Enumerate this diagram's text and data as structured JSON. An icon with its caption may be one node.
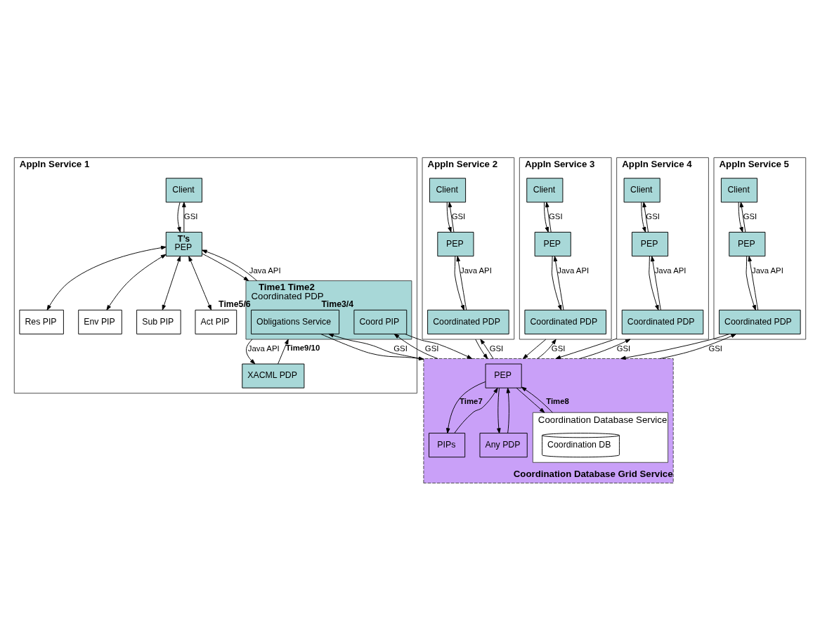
{
  "diagram": {
    "nodes": [
      {
        "text": [
          "Appln Service 1"
        ]
      },
      {
        "text": [
          "Client"
        ],
        "in": 0
      },
      {
        "text": [
          "T’s",
          "PEP"
        ],
        "in": 0
      },
      {
        "text": [
          "Sub PIP"
        ],
        "in": 0
      },
      {
        "text": [
          "Act PIP"
        ],
        "in": 0
      },
      {
        "text": [
          "Res PIP"
        ],
        "in": 0
      },
      {
        "text": [
          "Env PIP"
        ],
        "in": 0
      },
      {
        "text": [
          "Time1 Time2",
          "Coordinated PDP"
        ],
        "in": 0
      },
      {
        "text": [
          "Coord PIP"
        ],
        "in": 7,
        "beside": [
          "Time3/4"
        ]
      },
      {
        "text": [
          "Obligations Service"
        ],
        "in": 7,
        "beside": [
          "Time5/6"
        ]
      },
      {
        "text": [
          "XACML PDP"
        ],
        "in": 0
      },
      {
        "text": [
          "Appln Service 2"
        ]
      },
      {
        "text": [
          "Client"
        ],
        "in": 11
      },
      {
        "text": [
          "PEP"
        ],
        "in": 11
      },
      {
        "text": [
          "Coordinated PDP"
        ],
        "in": 11
      },
      {
        "text": [
          "Appln Service 3"
        ]
      },
      {
        "text": [
          "Client"
        ],
        "in": 15
      },
      {
        "text": [
          "PEP"
        ],
        "in": 15
      },
      {
        "text": [
          "Coordinated PDP"
        ],
        "in": 15
      },
      {
        "text": [
          "Appln Service 4"
        ]
      },
      {
        "text": [
          "Client"
        ],
        "in": 19
      },
      {
        "text": [
          "PEP"
        ],
        "in": 19
      },
      {
        "text": [
          "Coordinated PDP"
        ],
        "in": 19
      },
      {
        "text": [
          "Appln Service 5"
        ]
      },
      {
        "text": [
          "Client"
        ],
        "in": 23
      },
      {
        "text": [
          "PEP"
        ],
        "in": 23
      },
      {
        "text": [
          "Coordinated PDP"
        ],
        "in": 23
      },
      {
        "text": [
          "Coordination Database Grid Service"
        ]
      },
      {
        "text": [
          "PEP"
        ],
        "in": 27
      },
      {
        "text": [
          "PIPs"
        ],
        "in": 27
      },
      {
        "text": [
          "Any PDP"
        ],
        "in": 27
      },
      {
        "text": [
          "Coordination Database Service"
        ],
        "in": 27
      },
      {
        "text": [
          "Coordination DB"
        ],
        "in": 31
      }
    ],
    "edges": [
      {
        "from": 1,
        "to": 2,
        "arrow": "to"
      },
      {
        "from": 2,
        "to": 1,
        "arrow": "to",
        "label": "GSI"
      },
      {
        "from": 2,
        "to": 3,
        "arrow": "both"
      },
      {
        "from": 2,
        "to": 4,
        "arrow": "both"
      },
      {
        "from": 2,
        "to": 5,
        "arrow": "both"
      },
      {
        "from": 2,
        "to": 6,
        "arrow": "both"
      },
      {
        "from": 2,
        "to": 7,
        "arrow": "to"
      },
      {
        "from": 7,
        "to": 2,
        "arrow": "to",
        "label": "Java API"
      },
      {
        "from": 7,
        "to": 10,
        "arrow": "to",
        "label": "Java API"
      },
      {
        "from": 10,
        "to": 7,
        "arrow": "to",
        "label": "Time9/10"
      },
      {
        "from": 27,
        "to": 8,
        "arrow": "to",
        "label": "GSI"
      },
      {
        "from": 8,
        "to": 27,
        "arrow": "to"
      },
      {
        "from": 9,
        "to": 27,
        "arrow": "to"
      },
      {
        "from": 27,
        "to": 9,
        "arrow": "to",
        "label": "GSI"
      },
      {
        "from": 12,
        "to": 13,
        "arrow": "to"
      },
      {
        "from": 13,
        "to": 12,
        "arrow": "to",
        "label": "GSI"
      },
      {
        "from": 13,
        "to": 14,
        "arrow": "to"
      },
      {
        "from": 14,
        "to": 13,
        "arrow": "to",
        "label": "Java API"
      },
      {
        "from": 16,
        "to": 17,
        "arrow": "to"
      },
      {
        "from": 17,
        "to": 16,
        "arrow": "to",
        "label": "GSI"
      },
      {
        "from": 17,
        "to": 18,
        "arrow": "to"
      },
      {
        "from": 18,
        "to": 17,
        "arrow": "to",
        "label": "Java API"
      },
      {
        "from": 20,
        "to": 21,
        "arrow": "to"
      },
      {
        "from": 21,
        "to": 20,
        "arrow": "to",
        "label": "GSI"
      },
      {
        "from": 21,
        "to": 22,
        "arrow": "to"
      },
      {
        "from": 22,
        "to": 21,
        "arrow": "to",
        "label": "Java API"
      },
      {
        "from": 24,
        "to": 25,
        "arrow": "to"
      },
      {
        "from": 25,
        "to": 24,
        "arrow": "to",
        "label": "GSI"
      },
      {
        "from": 25,
        "to": 26,
        "arrow": "to"
      },
      {
        "from": 26,
        "to": 25,
        "arrow": "to",
        "label": "Java API"
      },
      {
        "from": 11,
        "to": 27,
        "arrow": "to"
      },
      {
        "from": 27,
        "to": 11,
        "arrow": "to",
        "label": "GSI"
      },
      {
        "from": 15,
        "to": 27,
        "arrow": "to"
      },
      {
        "from": 27,
        "to": 15,
        "arrow": "to",
        "label": "GSI"
      },
      {
        "from": 19,
        "to": 27,
        "arrow": "to"
      },
      {
        "from": 27,
        "to": 19,
        "arrow": "to",
        "label": "GSI"
      },
      {
        "from": 26,
        "to": 27,
        "arrow": "to"
      },
      {
        "from": 27,
        "to": 26,
        "arrow": "to",
        "label": "GSI"
      },
      {
        "from": 28,
        "to": 29,
        "arrow": "to",
        "label": "Time7"
      },
      {
        "from": 29,
        "to": 28,
        "arrow": "to"
      },
      {
        "from": 28,
        "to": 30,
        "arrow": "to"
      },
      {
        "from": 30,
        "to": 28,
        "arrow": "to"
      },
      {
        "from": 28,
        "to": 31,
        "arrow": "to"
      },
      {
        "from": 31,
        "to": 28,
        "arrow": "to",
        "label": "Time8"
      }
    ]
  }
}
